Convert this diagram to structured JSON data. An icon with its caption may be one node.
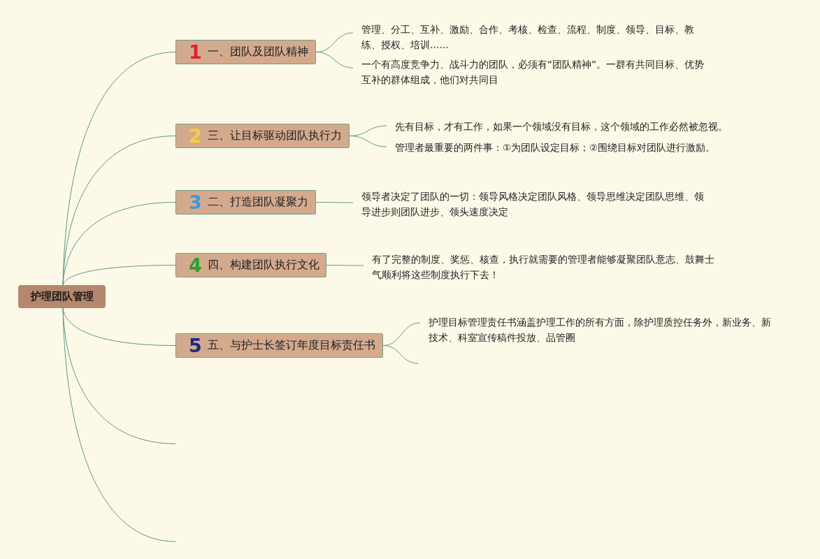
{
  "diagram": {
    "nodes": [
      {
        "text": [
          "护理团队管理"
        ]
      },
      {
        "text": [
          "1",
          "一、团队及团队精神"
        ]
      },
      {
        "text": [
          "管理、分工、互补、激励、合作、考核、检查、流程、制度、领导、目标、教练、授权、培训……"
        ]
      },
      {
        "text": [
          "一个有高度竞争力、战斗力的团队，必须有“团队精神”。一群有共同目标、优势互补的群体组成，他们对共同目"
        ]
      },
      {
        "text": [
          "2",
          "三、让目标驱动团队执行力"
        ]
      },
      {
        "text": [
          "先有目标，才有工作，如果一个领域没有目标，这个领域的工作必然被忽视。"
        ]
      },
      {
        "text": [
          "管理者最重要的两件事：①为团队设定目标；②围绕目标对团队进行激励。"
        ]
      },
      {
        "text": [
          "3",
          "二、打造团队凝聚力"
        ]
      },
      {
        "text": [
          "领导者决定了团队的一切：领导风格决定团队风格、领导思维决定团队思维、领导进步则团队进步、领头速度决定"
        ]
      },
      {
        "text": [
          "4",
          "四、构建团队执行文化"
        ]
      },
      {
        "text": [
          "有了完整的制度、奖惩、核查，执行就需要的管理者能够凝聚团队意志、鼓舞士气顺利将这些制度执行下去！"
        ]
      },
      {
        "text": [
          "5",
          "五、与护士长签订年度目标责任书"
        ]
      },
      {
        "text": [
          "护理目标管理责任书涵盖护理工作的所有方面，除护理质控任务外，新业务、新技术、科室宣传稿件投放、品管圈"
        ]
      }
    ],
    "edges": [
      {
        "from": 0,
        "to": 1,
        "arrow": "none"
      },
      {
        "from": 0,
        "to": 4,
        "arrow": "none"
      },
      {
        "from": 0,
        "to": 7,
        "arrow": "none"
      },
      {
        "from": 0,
        "to": 9,
        "arrow": "none"
      },
      {
        "from": 0,
        "to": 11,
        "arrow": "none"
      },
      {
        "from": 0,
        "to": null,
        "arrow": "none"
      },
      {
        "from": 0,
        "to": null,
        "arrow": "none"
      },
      {
        "from": 1,
        "to": 2,
        "arrow": "none"
      },
      {
        "from": 1,
        "to": 3,
        "arrow": "none"
      },
      {
        "from": 4,
        "to": 5,
        "arrow": "none"
      },
      {
        "from": 4,
        "to": 6,
        "arrow": "none"
      },
      {
        "from": 7,
        "to": 8,
        "arrow": "none"
      },
      {
        "from": 9,
        "to": 10,
        "arrow": "none"
      },
      {
        "from": 11,
        "to": 12,
        "arrow": "none"
      },
      {
        "from": 11,
        "to": null,
        "arrow": "none"
      }
    ]
  }
}
